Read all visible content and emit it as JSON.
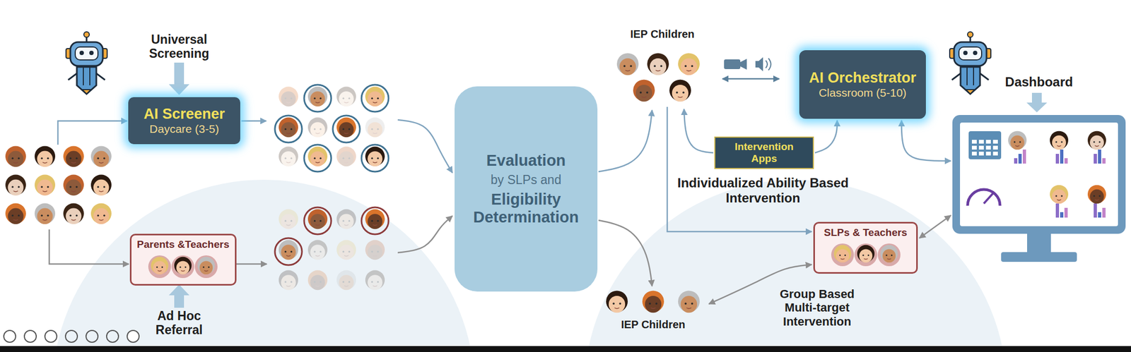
{
  "diagram": {
    "nodes": [
      {
        "text": [
          "AI Screener",
          "Daycare (3-5)"
        ]
      },
      {
        "text": [
          "Parents &Teachers"
        ]
      },
      {
        "text": [
          "Evaluation",
          "by SLPs and",
          "Eligibility Determination"
        ]
      },
      {
        "text": [
          "AI Orchestrator",
          "Classroom (5-10)"
        ]
      },
      {
        "text": [
          "Intervention Apps"
        ]
      },
      {
        "text": [
          "SLPs & Teachers"
        ]
      },
      {
        "text": [
          "Dashboard"
        ]
      }
    ],
    "edges": [
      {
        "from": 4,
        "to": 3,
        "arrow": "to"
      },
      {
        "from": 3,
        "to": 6,
        "arrow": "both"
      },
      {
        "from": 5,
        "to": 6,
        "arrow": "both"
      }
    ],
    "labels": [
      "Universal Screening",
      "Ad Hoc Referral",
      "IEP Children",
      "Individualized Ability Based Intervention",
      "IEP Children",
      "Group Based Multi-target Intervention"
    ]
  }
}
